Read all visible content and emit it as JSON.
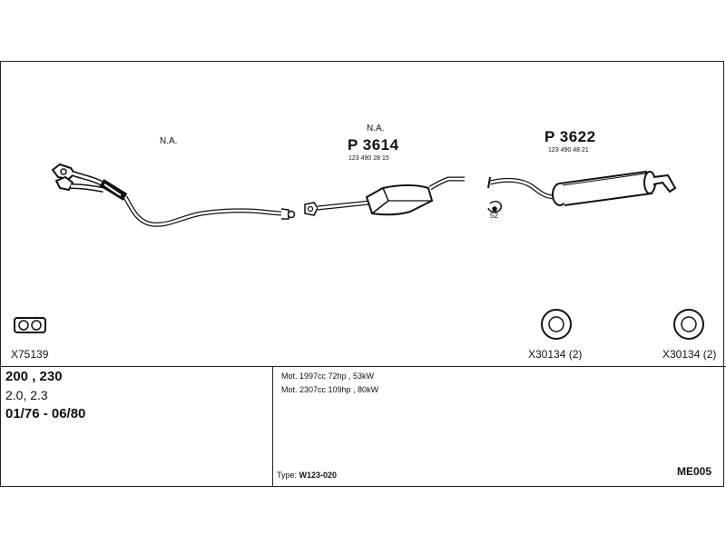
{
  "parts": {
    "left": {
      "na": "N.A."
    },
    "middle": {
      "na": "N.A.",
      "code": "P 3614",
      "number": "123 490 28 15"
    },
    "right": {
      "code": "P 3622",
      "number": "123 490 48 21"
    },
    "clamp": {
      "label": "52"
    }
  },
  "gaskets": [
    {
      "code": "X75139"
    },
    {
      "code": "X30134 (2)"
    },
    {
      "code": "X30134 (2)"
    }
  ],
  "vehicle": {
    "models": "200 , 230",
    "engines": "2.0, 2.3",
    "years": "01/76 - 06/80"
  },
  "motors": [
    "Mot. 1997cc 72hp , 53kW",
    "Mot. 2307cc 109hp , 80kW"
  ],
  "type": {
    "label": "Type:",
    "value": "W123-020"
  },
  "reference": "ME005"
}
